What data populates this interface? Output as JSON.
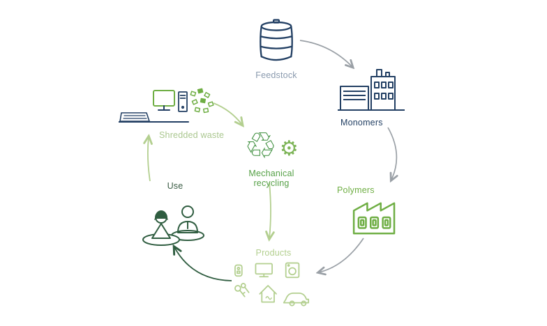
{
  "diagram": {
    "name": "plastics-circular-economy",
    "nodes": [
      {
        "id": "feedstock",
        "label": "Feedstock",
        "icon": "barrel-icon",
        "color": "#8a9aae"
      },
      {
        "id": "monomers",
        "label": "Monomers",
        "icon": "factory-dark-icon",
        "color": "#223f63"
      },
      {
        "id": "polymers",
        "label": "Polymers",
        "icon": "factory-green-icon",
        "color": "#6fae44"
      },
      {
        "id": "products",
        "label": "Products",
        "icon": "product-items-icons",
        "color": "#b3cf8f"
      },
      {
        "id": "use",
        "label": "Use",
        "icon": "people-icon",
        "color": "#3a5c44"
      },
      {
        "id": "shredded_waste",
        "label": "Shredded waste",
        "icon": "computer-shredder-icon",
        "color": "#aac78f"
      },
      {
        "id": "mechanical_recycling",
        "label": "Mechanical recycling",
        "icon": "recycle-gear-icon",
        "color": "#55a046"
      }
    ],
    "edges": [
      {
        "from": "feedstock",
        "to": "monomers",
        "color": "#9aa0a6"
      },
      {
        "from": "monomers",
        "to": "polymers",
        "color": "#9aa0a6"
      },
      {
        "from": "polymers",
        "to": "products",
        "color": "#9aa0a6"
      },
      {
        "from": "products",
        "to": "use",
        "color": "#2f5d40"
      },
      {
        "from": "use",
        "to": "shredded_waste",
        "color": "#b3cf8f"
      },
      {
        "from": "shredded_waste",
        "to": "mechanical_recycling",
        "color": "#b3cf8f"
      },
      {
        "from": "mechanical_recycling",
        "to": "products",
        "color": "#b3cf8f"
      }
    ],
    "colors": {
      "dark_navy": "#223f63",
      "gray_arrow": "#9aa0a6",
      "dark_green": "#2f5d40",
      "mid_green": "#55a046",
      "light_green": "#b3cf8f",
      "polymer_green": "#6fae44"
    }
  }
}
